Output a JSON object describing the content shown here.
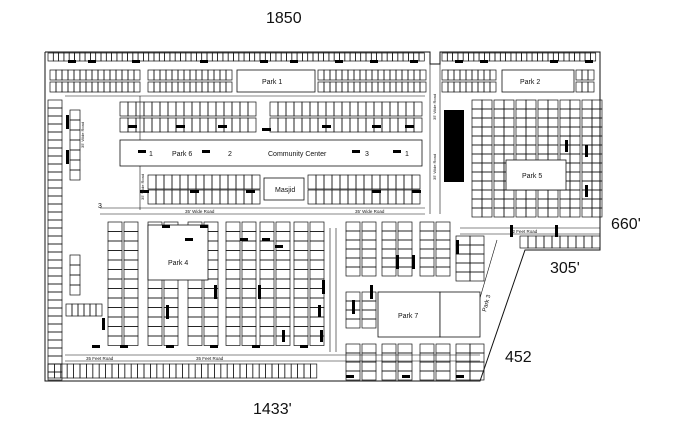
{
  "dimensions": {
    "top": "1850",
    "bottom": "1433'",
    "right_upper": "660'",
    "right_middle": "305'",
    "right_lower": "452"
  },
  "parks": {
    "park1": "Park 1",
    "park2": "Park 2",
    "park4": "Park 4",
    "park5": "Park 5",
    "park6": "Park 6",
    "park7": "Park 7",
    "park3": "Park 3"
  },
  "facilities": {
    "community_center": "Community Center",
    "masjid": "Masjid",
    "marker_1a": "1",
    "marker_2": "2",
    "marker_3a": "3",
    "marker_1b": "1",
    "marker_3b": "3"
  },
  "roads": {
    "road_mid_left": "35' Wide Road",
    "road_mid_right": "35' Wide Road",
    "road_bottom_1": "35 Feet Road",
    "road_bottom_2": "35 Feet Road",
    "road_right": "32 Feet Road",
    "road_v_left": "35' Wide Road",
    "road_v_left2": "35' Wide Road",
    "road_v_right": "35' Wide Road",
    "road_v_right2": "35' Wide Road"
  },
  "colors": {
    "line": "#111111",
    "fill": "#000000",
    "background": "#ffffff"
  }
}
